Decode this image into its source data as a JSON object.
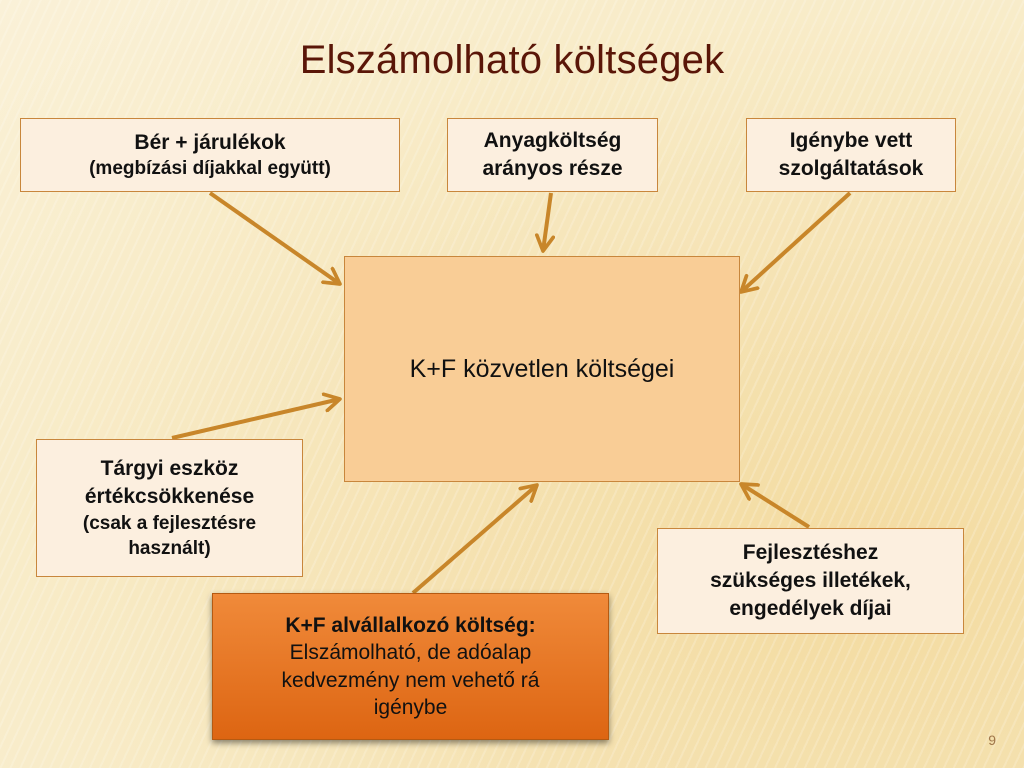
{
  "title": "Elszámolható költségek",
  "center_box": "K+F közvetlen költségei",
  "boxes": {
    "ber": {
      "line1": "Bér + járulékok",
      "line2": "(megbízási díjakkal együtt)"
    },
    "anyag": {
      "line1": "Anyagköltség",
      "line2": "arányos része"
    },
    "igenybe": {
      "line1": "Igénybe vett",
      "line2": "szolgáltatások"
    },
    "targyi": {
      "line1": "Tárgyi eszköz",
      "line2": "értékcsökkenése",
      "line3": "(csak a fejlesztésre",
      "line4": "használt)"
    },
    "fejlesztes": {
      "line1": "Fejlesztéshez",
      "line2": "szükséges illetékek,",
      "line3": "engedélyek díjai"
    },
    "alvallalkozo": {
      "line1": "K+F alvállalkozó költség:",
      "line2": "Elszámolható, de adóalap",
      "line3": "kedvezmény nem vehető rá",
      "line4": "igénybe"
    }
  },
  "page_number": "9",
  "colors": {
    "title": "#5a1608",
    "arrow": "#c8862a",
    "center_fill": "#f9cd96",
    "box_fill": "#fcefdf",
    "highlight_fill": "#e8731f"
  }
}
